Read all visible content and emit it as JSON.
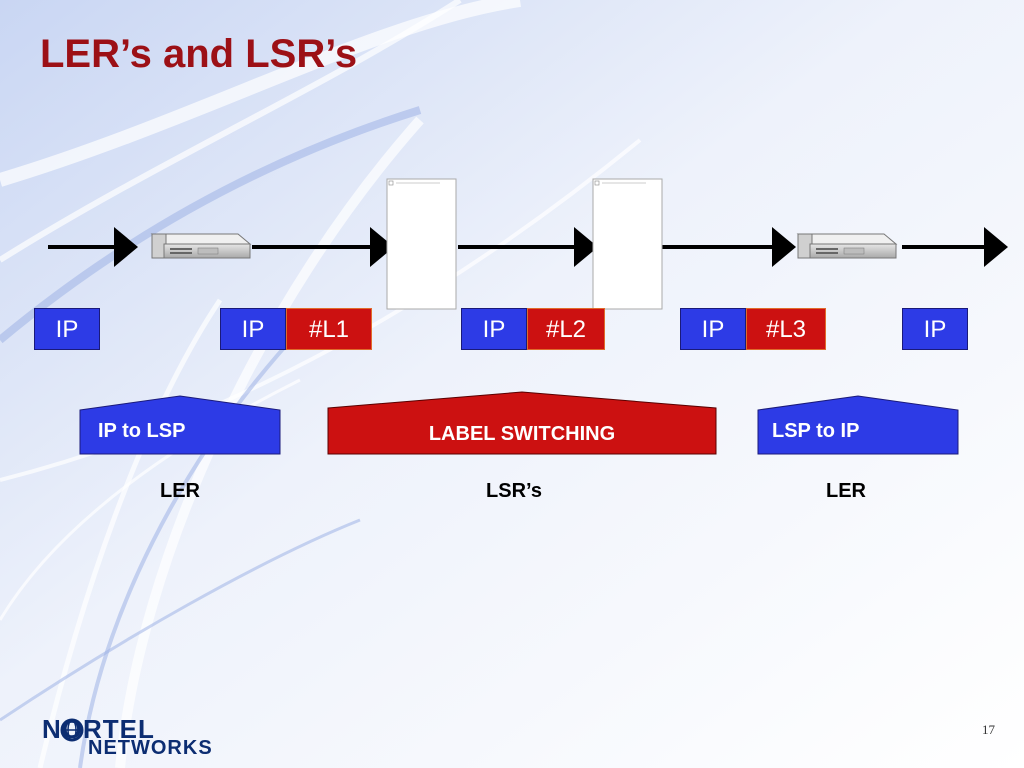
{
  "title": "LER’s and LSR’s",
  "packets": {
    "p1": {
      "ip": "IP"
    },
    "p2": {
      "ip": "IP",
      "label": "#L1"
    },
    "p3": {
      "ip": "IP",
      "label": "#L2"
    },
    "p4": {
      "ip": "IP",
      "label": "#L3"
    },
    "p5": {
      "ip": "IP"
    }
  },
  "functions": {
    "ingress": "IP to LSP",
    "core": "LABEL SWITCHING",
    "egress": "LSP to IP"
  },
  "roles": {
    "ingress": "LER",
    "core": "LSR’s",
    "egress": "LER"
  },
  "footer": {
    "logo_line1": "NORTEL",
    "logo_line2": "NETWORKS",
    "page": "17"
  },
  "colors": {
    "title": "#9c1016",
    "ip_box": "#2d3be6",
    "label_box": "#cc1111",
    "logo": "#0c2d72"
  }
}
